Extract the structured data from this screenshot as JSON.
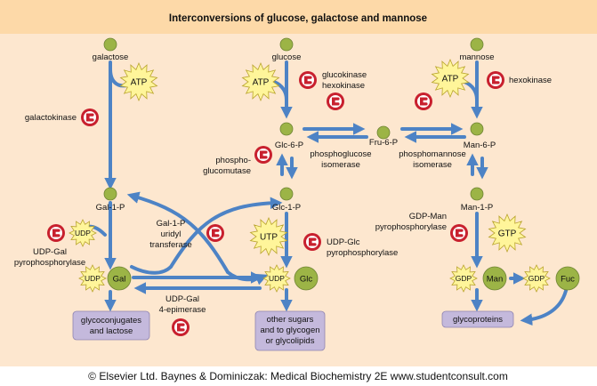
{
  "title": "Interconversions of glucose, galactose and mannose",
  "copyright": "© Elsevier Ltd. Baynes & Dominiczak: Medical Biochemistry 2E www.studentconsult.com",
  "colors": {
    "header": "#fdd9a8",
    "panel": "#fde7cf",
    "arrow": "#4d83c5",
    "metabolite": "#9cb446",
    "cofactor": "#fff59a",
    "enzyme": "#c8202e",
    "product_box": "#c4b9dc"
  },
  "metabolites": {
    "galactose": "galactose",
    "glucose": "glucose",
    "mannose": "mannose",
    "glc6p": "Glc-6-P",
    "fru6p": "Fru-6-P",
    "man6p": "Man-6-P",
    "gal1p": "Gal-1-P",
    "glc1p": "Glc-1-P",
    "man1p": "Man-1-P",
    "gal": "Gal",
    "glc": "Glc",
    "man": "Man",
    "fuc": "Fuc"
  },
  "cofactors": {
    "atp": "ATP",
    "utp": "UTP",
    "gtp": "GTP",
    "udp": "UDP",
    "gdp": "GDP"
  },
  "enzymes": {
    "galactokinase": "galactokinase",
    "glucokinase_line1": "glucokinase",
    "glucokinase_line2": "hexokinase",
    "hexokinase": "hexokinase",
    "phosphoglucomutase_line1": "phospho-",
    "phosphoglucomutase_line2": "glucomutase",
    "phosphoglucose_line1": "phosphoglucose",
    "phosphoglucose_line2": "isomerase",
    "phosphomannose_line1": "phosphomannose",
    "phosphomannose_line2": "isomerase",
    "gal1p_transferase_line1": "Gal-1-P",
    "gal1p_transferase_line2": "uridyl",
    "gal1p_transferase_line3": "transferase",
    "udpgal_pyro_line1": "UDP-Gal",
    "udpgal_pyro_line2": "pyrophosphorylase",
    "udpglc_pyro_line1": "UDP-Glc",
    "udpglc_pyro_line2": "pyrophosphorylase",
    "gdpman_pyro_line1": "GDP-Man",
    "gdpman_pyro_line2": "pyrophosphorylase",
    "epimerase_line1": "UDP-Gal",
    "epimerase_line2": "4-epimerase"
  },
  "products": {
    "glyco_line1": "glycoconjugates",
    "glyco_line2": "and lactose",
    "other_line1": "other sugars",
    "other_line2": "and to glycogen",
    "other_line3": "or glycolipids",
    "glycoproteins": "glycoproteins"
  }
}
